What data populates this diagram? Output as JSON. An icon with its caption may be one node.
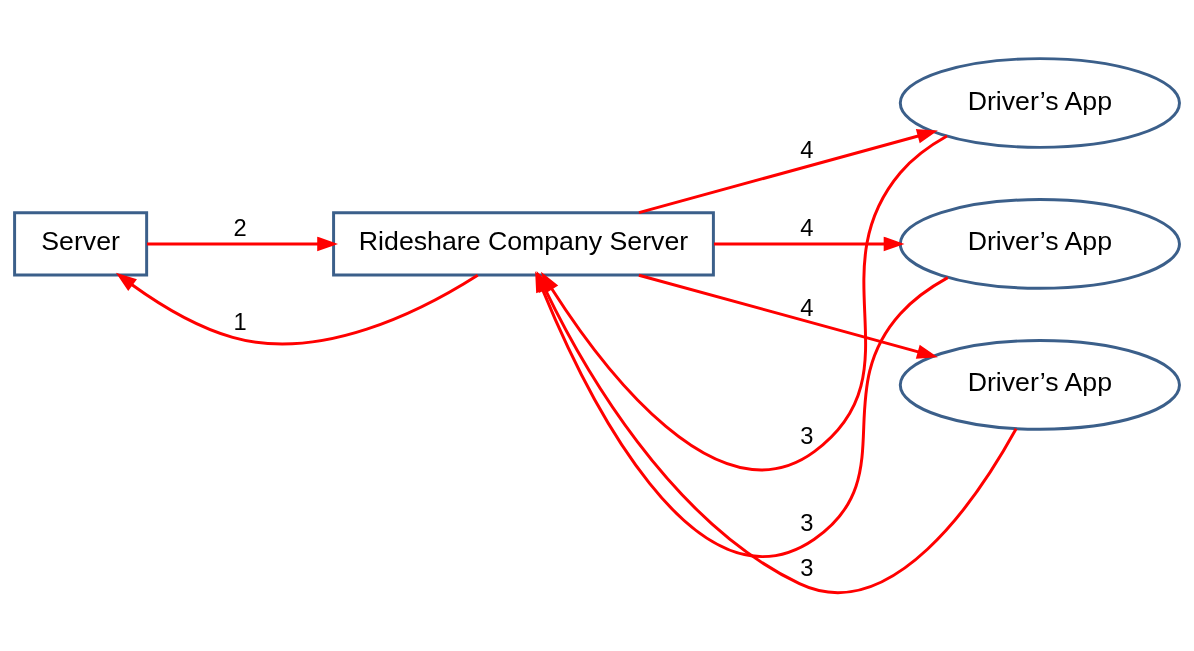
{
  "diagram": {
    "nodes": [
      {
        "text": [
          "Server"
        ]
      },
      {
        "text": [
          "Rideshare Company Server"
        ]
      },
      {
        "text": [
          "Driver’s App"
        ]
      },
      {
        "text": [
          "Driver’s App"
        ]
      },
      {
        "text": [
          "Driver’s App"
        ]
      }
    ],
    "edges": [
      {
        "from": 1,
        "to": 0,
        "arrow": "to",
        "label": "1"
      },
      {
        "from": 0,
        "to": 1,
        "arrow": "to",
        "label": "2"
      },
      {
        "from": 2,
        "to": 1,
        "arrow": "to",
        "label": "3"
      },
      {
        "from": 1,
        "to": 2,
        "arrow": "to",
        "label": "4"
      },
      {
        "from": 3,
        "to": 1,
        "arrow": "to",
        "label": "3"
      },
      {
        "from": 1,
        "to": 3,
        "arrow": "to",
        "label": "4"
      },
      {
        "from": 4,
        "to": 1,
        "arrow": "to",
        "label": "3"
      },
      {
        "from": 1,
        "to": 4,
        "arrow": "to",
        "label": "4"
      }
    ]
  }
}
